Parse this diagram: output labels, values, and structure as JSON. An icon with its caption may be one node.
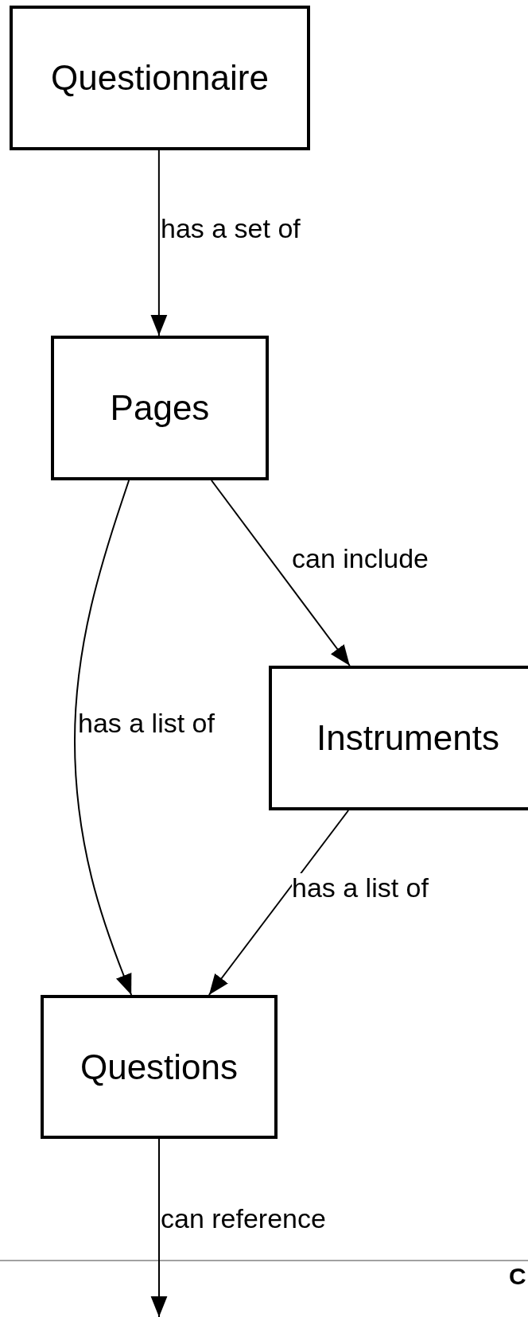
{
  "diagram": {
    "nodes": [
      {
        "text": [
          "Questionnaire"
        ]
      },
      {
        "text": [
          "Pages"
        ]
      },
      {
        "text": [
          "Instruments"
        ]
      },
      {
        "text": [
          "Questions"
        ]
      }
    ],
    "edges": [
      {
        "from": 0,
        "to": 1,
        "arrow": "to",
        "label": "has a set of"
      },
      {
        "from": 1,
        "to": 3,
        "arrow": "to",
        "label": "has a list of"
      },
      {
        "from": 1,
        "to": 2,
        "arrow": "to",
        "label": "can include"
      },
      {
        "from": 2,
        "to": 3,
        "arrow": "to",
        "label": "has a list of"
      },
      {
        "from": 3,
        "to": null,
        "arrow": "to",
        "label": "can reference"
      }
    ],
    "labels": [
      "C"
    ]
  }
}
